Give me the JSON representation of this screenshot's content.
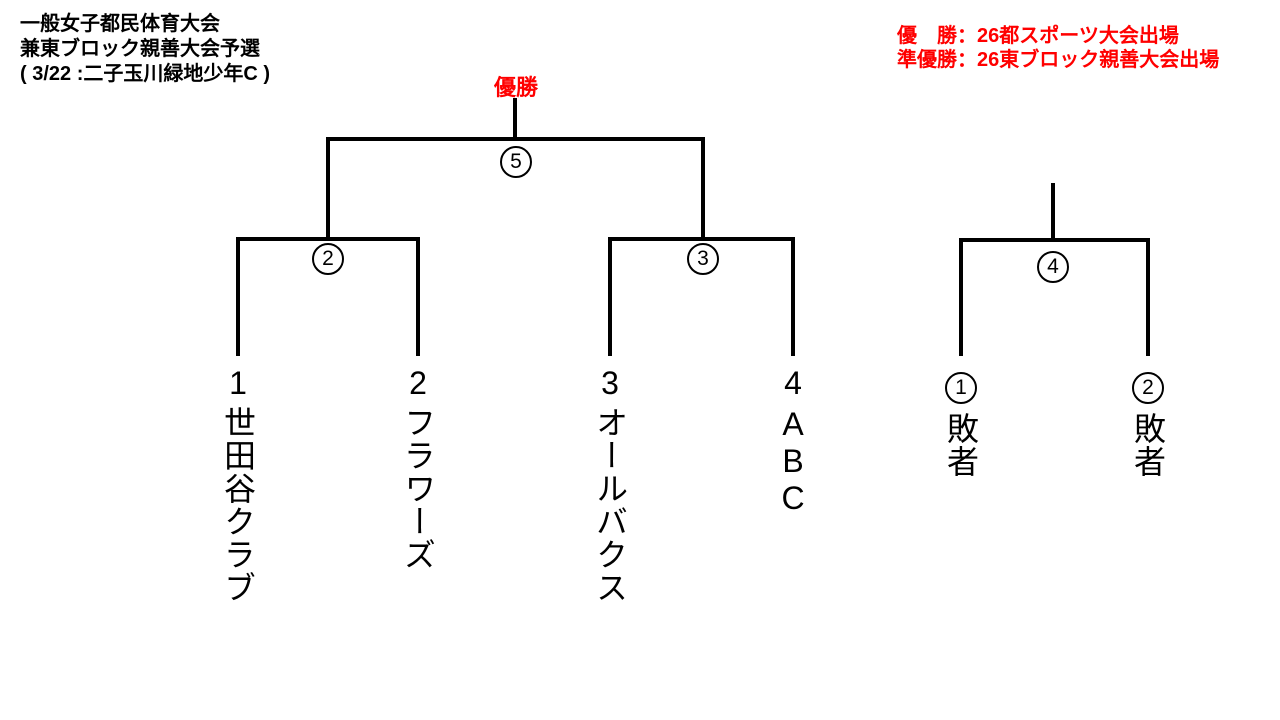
{
  "header": {
    "title_lines": [
      "一般女子都民体育大会",
      "兼東ブロック親善大会予選",
      "( 3/22 :二子玉川緑地少年C )"
    ]
  },
  "qualification_notes": {
    "lines": [
      "優　勝：26都スポーツ大会出場",
      "準優勝：26東ブロック親善大会出場"
    ],
    "color": "#FF0000"
  },
  "bracket": {
    "champion_label": "優勝",
    "champion_label_color": "#FF0000",
    "line_color": "#000000",
    "match_numbers": {
      "left_semifinal": "2",
      "right_semifinal": "3",
      "final": "5",
      "consolation": "4"
    },
    "teams": [
      {
        "seed": "1",
        "name": "世田谷クラブ"
      },
      {
        "seed": "2",
        "name": "フラワーズ"
      },
      {
        "seed": "3",
        "name": "オールバクス"
      },
      {
        "seed": "4",
        "name": "ABC"
      }
    ]
  },
  "consolation": {
    "entrants": [
      {
        "seed": "1",
        "name": "敗者"
      },
      {
        "seed": "2",
        "name": "敗者"
      }
    ]
  }
}
